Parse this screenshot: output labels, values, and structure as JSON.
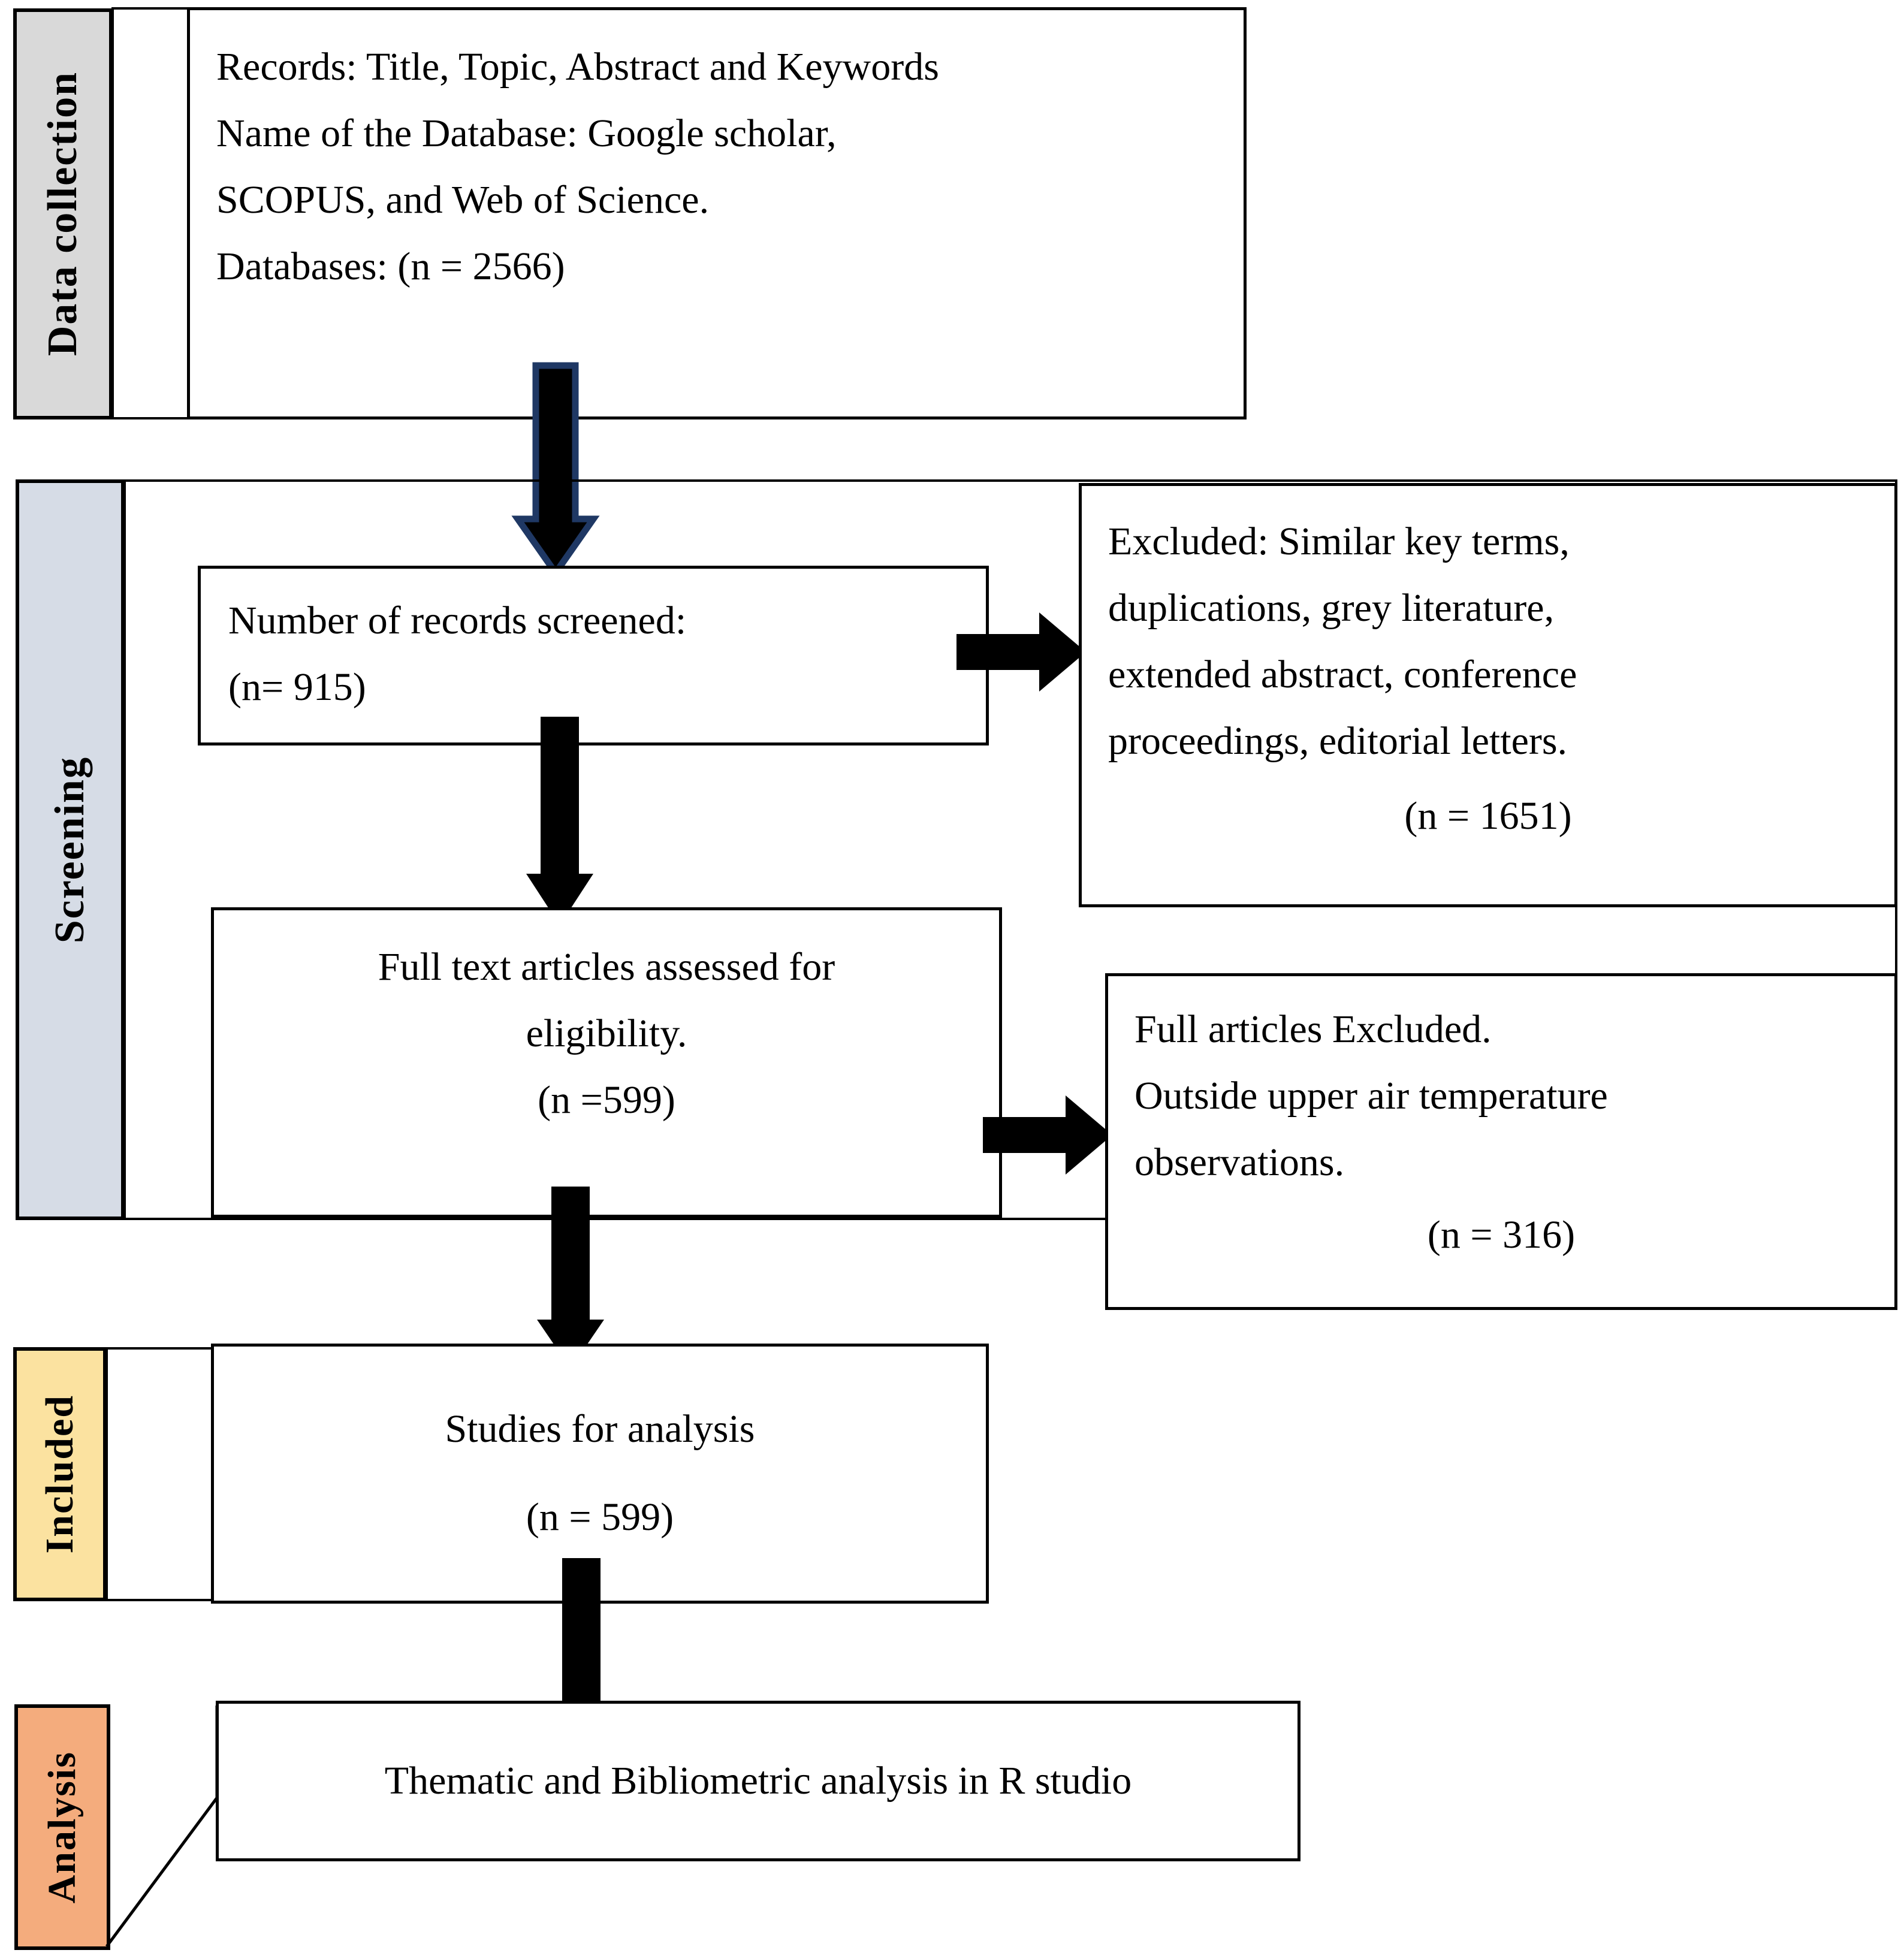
{
  "diagram": {
    "type": "prisma-flow-diagram",
    "title": "PRISMA systematic review flow diagram",
    "colors": {
      "data_collection_fill": "#d9d9d9",
      "screening_fill": "#d6dce6",
      "included_fill": "#fbe2a0",
      "analysis_fill": "#f4ac7d",
      "border": "#000000",
      "arrow_fill": "#000000",
      "first_arrow_outline": "#1f3864",
      "box_fill": "#ffffff"
    }
  },
  "stages": [
    {
      "key": "data_collection",
      "label": "Data collection"
    },
    {
      "key": "screening",
      "label": "Screening"
    },
    {
      "key": "included",
      "label": "Included"
    },
    {
      "key": "analysis",
      "label": "Analysis"
    }
  ],
  "boxes": {
    "records": {
      "name": "records-box",
      "lines": [
        "Records: Title, Topic, Abstract and Keywords",
        "Name of the Database: Google scholar,",
        "SCOPUS, and Web of Science.",
        "Databases: (n = 2566)"
      ],
      "count_label": "Databases:",
      "count": "(n = 2566)",
      "n": 2566
    },
    "records_screened": {
      "name": "records-screened-box",
      "lines": [
        "Number of records screened:",
        "(n= 915)"
      ],
      "count": "(n= 915)",
      "n": 915
    },
    "excluded_screening": {
      "name": "excluded-screening-box",
      "lines": [
        "Excluded: Similar key terms,",
        "duplications, grey literature,",
        "extended abstract, conference",
        "proceedings, editorial letters."
      ],
      "count": "(n = 1651)",
      "n": 1651
    },
    "full_text_assessed": {
      "name": "full-text-assessed-box",
      "lines": [
        "Full text articles assessed for",
        "eligibility."
      ],
      "count": "(n =599)",
      "n": 599
    },
    "full_articles_excluded": {
      "name": "full-articles-excluded-box",
      "lines": [
        "Full articles Excluded.",
        "Outside upper air temperature",
        "observations."
      ],
      "count": "(n = 316)",
      "n": 316
    },
    "studies_for_analysis": {
      "name": "studies-for-analysis-box",
      "lines": [
        "Studies for analysis",
        "(n = 599)"
      ],
      "count": "(n = 599)",
      "n": 599
    },
    "analysis_output": {
      "name": "analysis-output-box",
      "lines": [
        "Thematic and Bibliometric analysis in R studio"
      ]
    }
  },
  "flow": [
    {
      "from": "records",
      "to": "records_screened",
      "direction": "down",
      "style": "outlined"
    },
    {
      "from": "records_screened",
      "to": "excluded_screening",
      "direction": "right",
      "style": "solid"
    },
    {
      "from": "records_screened",
      "to": "full_text_assessed",
      "direction": "down",
      "style": "solid"
    },
    {
      "from": "full_text_assessed",
      "to": "full_articles_excluded",
      "direction": "right",
      "style": "solid"
    },
    {
      "from": "full_text_assessed",
      "to": "studies_for_analysis",
      "direction": "down",
      "style": "solid"
    },
    {
      "from": "studies_for_analysis",
      "to": "analysis_output",
      "direction": "down",
      "style": "solid"
    }
  ]
}
